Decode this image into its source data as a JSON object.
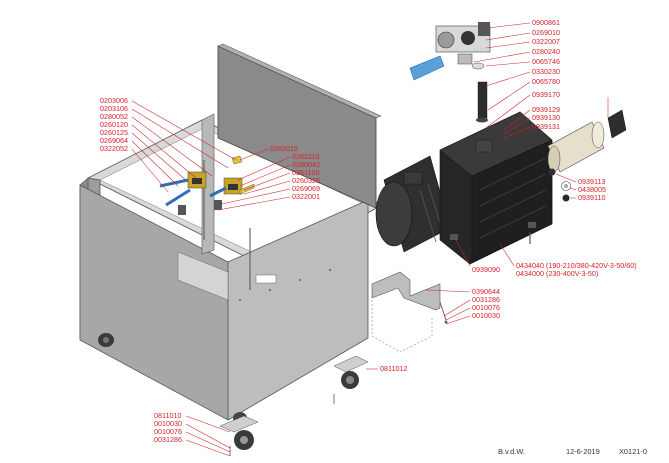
{
  "labels": {
    "top_right": [
      "0900861",
      "0269010",
      "0322007",
      "0280240",
      "0065746",
      "0330230",
      "0065780",
      "0939170",
      "0939129",
      "0939130",
      "0939131"
    ],
    "left_cluster": [
      "0203006",
      "0203106",
      "0280052",
      "0260120",
      "0260125",
      "0269064",
      "0322052"
    ],
    "mid_cluster": [
      "0262015",
      "0262110",
      "0280042",
      "0261105",
      "0260325",
      "0269069",
      "0322001"
    ],
    "filter_side": [
      "0939113",
      "0438005",
      "0939110"
    ],
    "pump_bottom": {
      "part": "0939090",
      "variants": [
        "0434040 (190-210/380-420V-3-50/60)",
        "0434000 (230-400V-3-50)"
      ]
    },
    "bracket": [
      "0390644",
      "0031286",
      "0010076",
      "0010030"
    ],
    "caster_right": "0811012",
    "caster_left": [
      "0811010",
      "0010030",
      "0010076",
      "0031286"
    ]
  },
  "footer": {
    "author": "B.v.d.W.",
    "date": "12-6-2019",
    "doc_number": "X0121-0"
  },
  "colors": {
    "label_red": "#d3222a",
    "pump_body": "#2b2b2b",
    "frame_grey": "#a9a9a9"
  }
}
